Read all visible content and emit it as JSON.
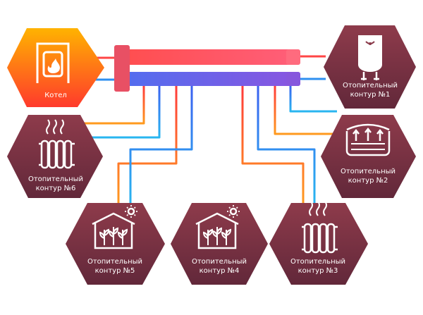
{
  "colors": {
    "hot": "#ff5a3c",
    "cold": "#2f8fe8",
    "hex_top": "#8a3a4a",
    "hex_bottom": "#6a2b3a",
    "boiler_top": "#ffb000",
    "boiler_bottom": "#ff3b2f",
    "icon": "#ffffff"
  },
  "nodes": {
    "boiler": {
      "label": "Котел",
      "icon": "boiler-flame-icon"
    },
    "c1": {
      "line1": "Отопительный",
      "line2": "контур №1",
      "icon": "water-heater-icon"
    },
    "c2": {
      "line1": "Отопительный",
      "line2": "контур №2",
      "icon": "floor-heating-icon"
    },
    "c3": {
      "line1": "Отопительный",
      "line2": "контур №3",
      "icon": "radiator-icon"
    },
    "c4": {
      "line1": "Отопительный",
      "line2": "контур №4",
      "icon": "greenhouse-icon"
    },
    "c5": {
      "line1": "Отопительный",
      "line2": "контур №5",
      "icon": "greenhouse-icon"
    },
    "c6": {
      "line1": "Отопительный",
      "line2": "контур №6",
      "icon": "radiator-icon"
    }
  }
}
